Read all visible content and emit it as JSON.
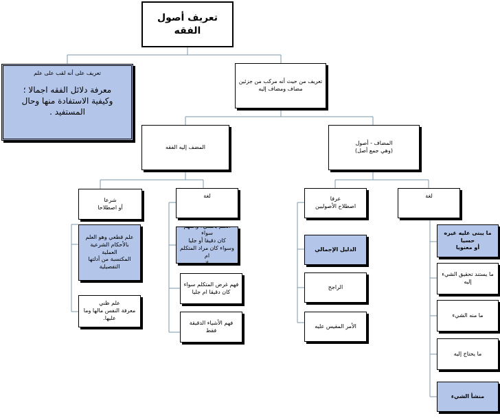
{
  "root": {
    "title": "تعريف أصول الفقه"
  },
  "def_title": {
    "label": "تعريف على أنه لقب على علم",
    "line1": "معرفة دلائل الفقه اجمالا ؛",
    "line2": "وكيفية الاستفادة منها وحال",
    "line3": "المستفيد ."
  },
  "def_compound": {
    "line1": "تعريف من حيث أنه مركب من جزئين",
    "line2": "مضاف ومضاف إليه"
  },
  "mudaf_ilayh": {
    "label": "المضف إليه الفقه"
  },
  "mudaf": {
    "line1": "المضاف - أصول",
    "line2": "(وهي جمع أصل)"
  },
  "fiqh_shar": {
    "line1": "شرعا",
    "line2": "أو اصطلاحا"
  },
  "fiqh_lugha": {
    "label": "لغة"
  },
  "usul_urf": {
    "line1": "عرفا",
    "line2": "اصطلاح الأصوليين"
  },
  "usul_lugha": {
    "label": "لغة"
  },
  "fiqh_shar_items": {
    "qati_line1": "علم قطعي وهو العلم",
    "qati_line2": "بالأحكام الشرعية العملية",
    "qati_line3": "المكتسبة من أدلتها",
    "qati_line4": "التفصيلية",
    "zanni_line1": "علم ظني",
    "zanni_line2": "معرفة النفس مالها وما",
    "zanni_line3": "عليها."
  },
  "fiqh_lugha_items": {
    "i1_line1": "العلم بالشيء والفهم سواء",
    "i1_line2": "كان دقيقا أو جليا",
    "i1_line3": "وسواء كان مراد المتكلم ام",
    "i1_line4": "لا",
    "i2_line1": "فهم غرض المتكلم سواء",
    "i2_line2": "كان دقيقا ام جليا",
    "i3": "فهم الأشياء الدقيقة فقط"
  },
  "usul_urf_items": {
    "i1": "الدليل الإجمالي",
    "i2": "الراجح",
    "i3": "الأمر المقيس عليه"
  },
  "usul_lugha_items": {
    "i1_line1": "ما يبنى عليه غيره حسيا",
    "i1_line2": "أو معنويا",
    "i2": "ما يستند تحقيق الشيء إليه",
    "i3": "ما منه الشيء",
    "i4": "ما يحتاج إليه",
    "i5": "منشأ الشيء"
  },
  "colors": {
    "highlight": "#b3c5e8",
    "connector": "#7b9aa8"
  }
}
